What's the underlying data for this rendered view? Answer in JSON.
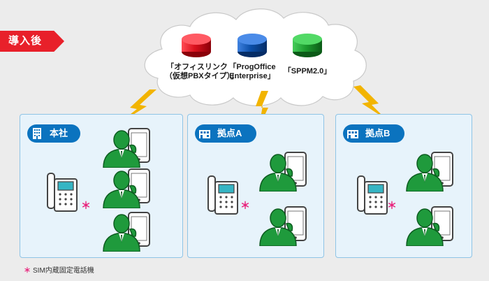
{
  "badge": "導入後",
  "cloud": {
    "databases": [
      {
        "color": "#d9101c",
        "label_line1": "「オフィスリンク",
        "label_line2": "（仮想PBXタイプ）」"
      },
      {
        "color": "#0b4ea8",
        "label_line1": "「ProgOffice",
        "label_line2": "Enterprise」"
      },
      {
        "color": "#1c9a2e",
        "label_line1": "「SPPM2.0」",
        "label_line2": ""
      }
    ]
  },
  "locations": [
    {
      "label": "本社"
    },
    {
      "label": "拠点A"
    },
    {
      "label": "拠点B"
    }
  ],
  "asterisk": "＊",
  "footnote": "SIM内蔵固定電話機",
  "colors": {
    "badge": "#e8202a",
    "location_pill": "#0b73bf",
    "person": "#1f9a3c",
    "lightning": "#f2b400",
    "box_fill": "#e7f3fb"
  }
}
